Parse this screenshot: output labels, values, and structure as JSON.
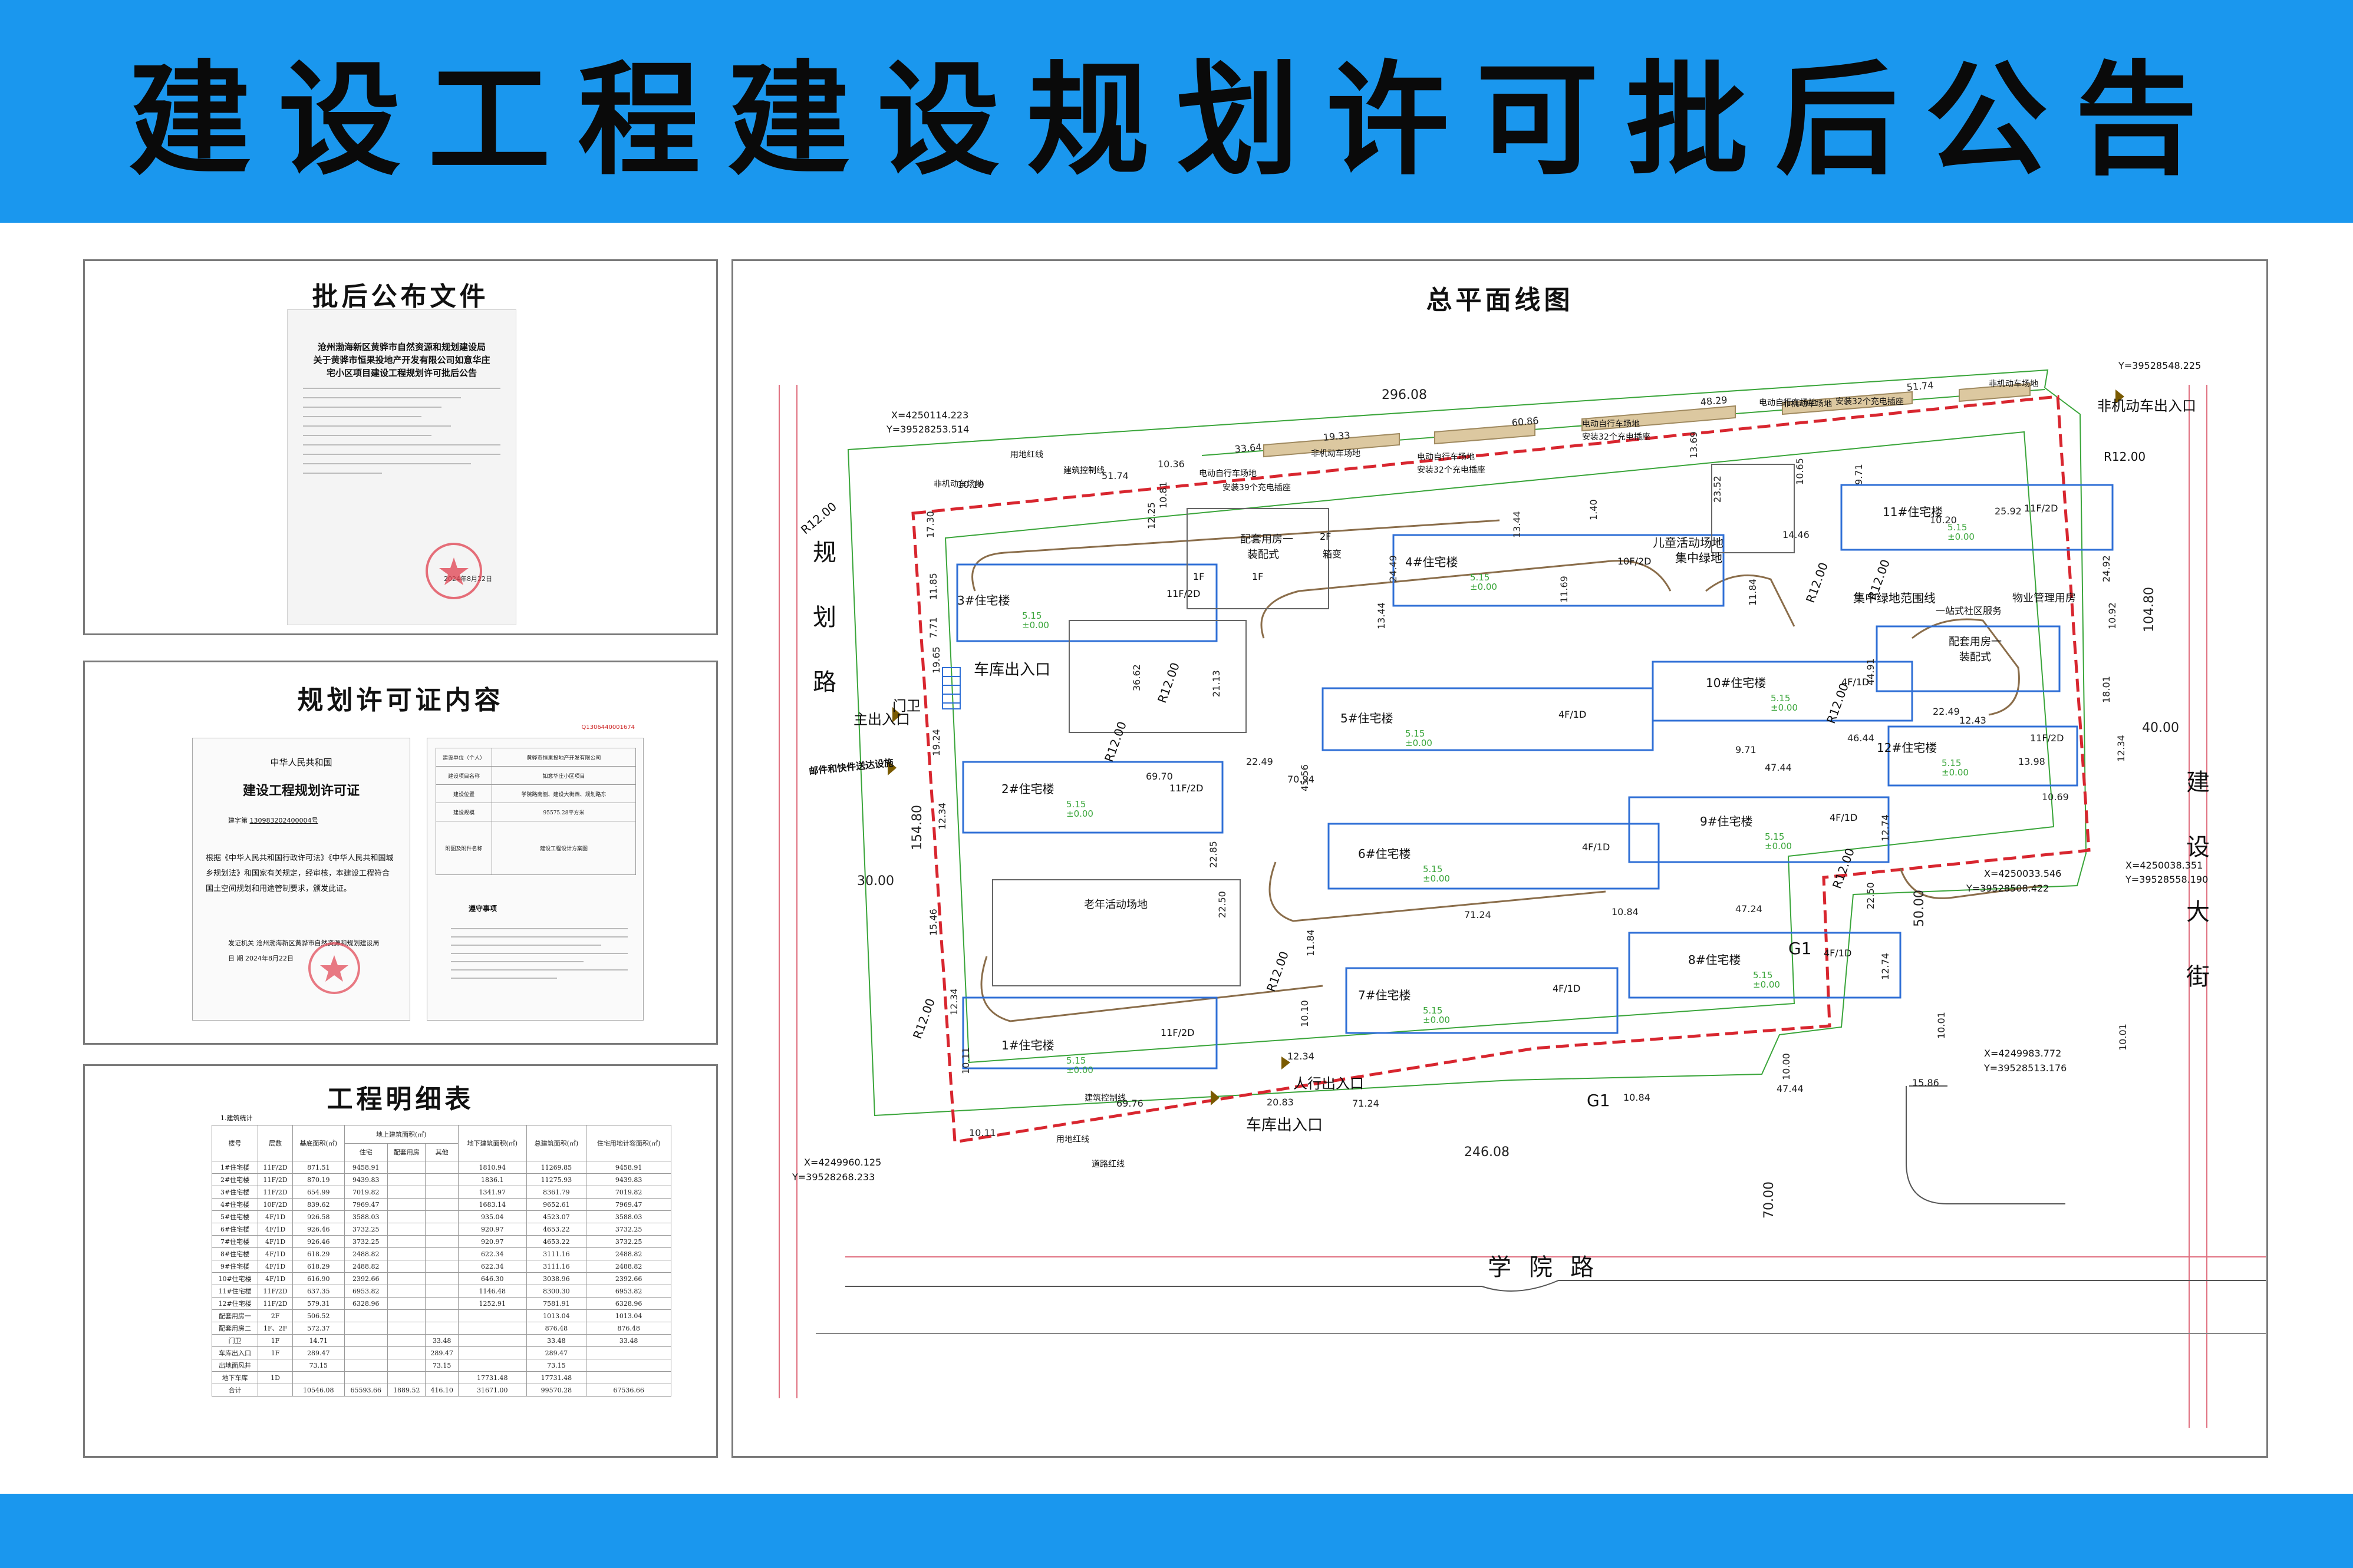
{
  "header": {
    "title": "建设工程建设规划许可批后公告"
  },
  "colors": {
    "band": "#1a97ee",
    "redline": "#d8262f",
    "green_line": "#3aa53a",
    "building_line": "#2f6fd6"
  },
  "panels": {
    "publish": {
      "title": "批后公布文件",
      "doc_title_lines": [
        "沧州渤海新区黄骅市自然资源和规划建设局",
        "关于黄骅市恒果投地产开发有限公司如意华庄",
        "宅小区项目建设工程规划许可批后公告"
      ],
      "doc_date": "2024年8月22日"
    },
    "permit": {
      "title": "规划许可证内容",
      "serial": "Q1306440001674",
      "country": "中华人民共和国",
      "cert_title": "建设工程规划许可证",
      "number_label": "建字第",
      "number": "130983202400004号",
      "body": "根据《中华人民共和国行政许可法》《中华人民共和国城乡规划法》和国家有关规定，经审核，本建设工程符合国土空间规划和用途管制要求，颁发此证。",
      "issuer_label": "发证机关",
      "issuer": "沧州渤海新区黄骅市自然资源和规划建设局",
      "date_label": "日  期",
      "date": "2024年8月22日",
      "rows": [
        "建设单位（个人）",
        "建设项目名称",
        "建设位置",
        "建设规模",
        "附图及附件名称"
      ],
      "values": [
        "黄骅市恒果投地产开发有限公司",
        "如意华庄小区项目",
        "学院路南侧、建设大街西、规划路东",
        "95575.28平方米",
        "建设工程设计方案图"
      ],
      "notice_title": "遵守事项"
    },
    "details": {
      "title": "工程明细表",
      "table_caption": "1.建筑统计",
      "headers": [
        "楼号",
        "层数",
        "基底面积(㎡)",
        "地上建筑面积(㎡)",
        "地下建筑面积(㎡)",
        "总建筑面积(㎡)",
        "住宅用地计容面积(㎡)"
      ],
      "sub_headers": [
        "住宅",
        "配套用房",
        "其他"
      ],
      "rows": [
        [
          "1#住宅楼",
          "11F/2D",
          "871.51",
          "9458.91",
          "",
          "",
          "1810.94",
          "11269.85",
          "9458.91"
        ],
        [
          "2#住宅楼",
          "11F/2D",
          "870.19",
          "9439.83",
          "",
          "",
          "1836.1",
          "11275.93",
          "9439.83"
        ],
        [
          "3#住宅楼",
          "11F/2D",
          "654.99",
          "7019.82",
          "",
          "",
          "1341.97",
          "8361.79",
          "7019.82"
        ],
        [
          "4#住宅楼",
          "10F/2D",
          "839.62",
          "7969.47",
          "",
          "",
          "1683.14",
          "9652.61",
          "7969.47"
        ],
        [
          "5#住宅楼",
          "4F/1D",
          "926.58",
          "3588.03",
          "",
          "",
          "935.04",
          "4523.07",
          "3588.03"
        ],
        [
          "6#住宅楼",
          "4F/1D",
          "926.46",
          "3732.25",
          "",
          "",
          "920.97",
          "4653.22",
          "3732.25"
        ],
        [
          "7#住宅楼",
          "4F/1D",
          "926.46",
          "3732.25",
          "",
          "",
          "920.97",
          "4653.22",
          "3732.25"
        ],
        [
          "8#住宅楼",
          "4F/1D",
          "618.29",
          "2488.82",
          "",
          "",
          "622.34",
          "3111.16",
          "2488.82"
        ],
        [
          "9#住宅楼",
          "4F/1D",
          "618.29",
          "2488.82",
          "",
          "",
          "622.34",
          "3111.16",
          "2488.82"
        ],
        [
          "10#住宅楼",
          "4F/1D",
          "616.90",
          "2392.66",
          "",
          "",
          "646.30",
          "3038.96",
          "2392.66"
        ],
        [
          "11#住宅楼",
          "11F/2D",
          "637.35",
          "6953.82",
          "",
          "",
          "1146.48",
          "8300.30",
          "6953.82"
        ],
        [
          "12#住宅楼",
          "11F/2D",
          "579.31",
          "6328.96",
          "",
          "",
          "1252.91",
          "7581.91",
          "6328.96"
        ],
        [
          "配套用房一",
          "2F",
          "506.52",
          "",
          "",
          "",
          "",
          "1013.04",
          "1013.04"
        ],
        [
          "配套用房二",
          "1F、2F",
          "572.37",
          "",
          "",
          "",
          "",
          "876.48",
          "876.48"
        ],
        [
          "门卫",
          "1F",
          "14.71",
          "",
          "",
          "33.48",
          "",
          "33.48",
          "33.48"
        ],
        [
          "车库出入口",
          "1F",
          "289.47",
          "",
          "",
          "289.47",
          "",
          "289.47",
          ""
        ],
        [
          "出地面风井",
          "",
          "73.15",
          "",
          "",
          "73.15",
          "",
          "73.15",
          ""
        ],
        [
          "地下车库",
          "1D",
          "",
          "",
          "",
          "",
          "17731.48",
          "17731.48",
          ""
        ],
        [
          "合计",
          "",
          "10546.08",
          "65593.66",
          "1889.52",
          "416.10",
          "31671.00",
          "99570.28",
          "67536.66"
        ]
      ]
    },
    "site": {
      "title": "总平面线图",
      "roads": {
        "west": "规划路",
        "east": "建设大街",
        "south": "学院路"
      },
      "coords": [
        "X=4250114.223",
        "Y=39528253.514",
        "X=4250038.351",
        "Y=39528558.190",
        "X=4250033.546",
        "Y=39528508.422",
        "X=4249983.772",
        "Y=39528513.176",
        "X=4249960.125",
        "Y=39528268.233",
        "Y=39528548.225"
      ],
      "buildings": [
        "1#住宅楼",
        "2#住宅楼",
        "3#住宅楼",
        "4#住宅楼",
        "5#住宅楼",
        "6#住宅楼",
        "7#住宅楼",
        "8#住宅楼",
        "9#住宅楼",
        "10#住宅楼",
        "11#住宅楼",
        "12#住宅楼"
      ],
      "floors": [
        "11F/2D",
        "10F/2D",
        "4F/1D"
      ],
      "elevation": "5.15",
      "elevation_zero": "±0.00",
      "labels": {
        "main_entrance": "主出入口",
        "gate": "门卫",
        "garage_entrance": "车库出入口",
        "garage_exit_south": "车库出入口",
        "ped_entrance": "人行出入口",
        "nonmotor_exit": "非机动车出入口",
        "mail": "邮件和快件送达设施",
        "senior_area": "老年活动场地",
        "children_area": "儿童活动场地",
        "green": "集中绿地",
        "green_boundary": "集中绿地范围线",
        "service": "配套用房一",
        "service_two": "配套用房一",
        "assembly": "装配式",
        "property": "物业管理用房",
        "community": "一站式社区服务",
        "bike_sheds": [
          "电动自行车场地",
          "电动自行车场地",
          "电动自行车场地",
          "电动自行车场地"
        ],
        "charging": [
          "安装39个充电插座",
          "安装32个充电插座",
          "安装32个充电插座",
          "安装32个充电插座"
        ],
        "nonmotor_lots": [
          "非机动车场地",
          "非机动车场地",
          "非机动车场地",
          "非机动车场地"
        ],
        "land_line": "用地红线",
        "road_line": "道路红线",
        "build_line": "建筑控制线",
        "g1": "G1",
        "r12": "R12.00",
        "one_f": "1F",
        "two_f": "2F",
        "bc": "箱变"
      },
      "dims": [
        "296.08",
        "51.74",
        "48.29",
        "60.86",
        "19.33",
        "33.64",
        "10.36",
        "51.74",
        "10.10",
        "17.30",
        "11.85",
        "7.71",
        "19.65",
        "19.24",
        "12.34",
        "154.80",
        "30.00",
        "15.46",
        "12.34",
        "10.11",
        "10.11",
        "69.76",
        "20.83",
        "71.24",
        "10.84",
        "47.44",
        "15.86",
        "246.08",
        "70.00",
        "10.00",
        "10.01",
        "12.74",
        "22.50",
        "12.74",
        "12.34",
        "10.01",
        "18.01",
        "10.92",
        "104.80",
        "40.00",
        "50.00",
        "69.70",
        "70.94",
        "71.24",
        "10.84",
        "47.24",
        "47.44",
        "46.44",
        "9.71",
        "22.49",
        "44.91",
        "36.62",
        "21.13",
        "22.49",
        "45.56",
        "22.50",
        "11.84",
        "10.10",
        "12.34",
        "22.85",
        "13.44",
        "24.49",
        "13.44",
        "11.69",
        "13.69",
        "23.52",
        "11.84",
        "10.81",
        "12.25",
        "1.40",
        "14.46",
        "10.65",
        "10.20",
        "25.92",
        "24.92",
        "9.71",
        "12.43",
        "13.98",
        "10.69"
      ]
    }
  }
}
